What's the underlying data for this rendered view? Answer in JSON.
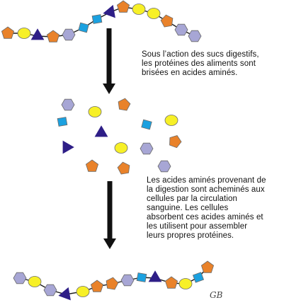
{
  "captions": {
    "digestion": [
      "Sous l’action des sucs digestifs,",
      "les protéines des aliments sont",
      "brisées en acides aminés."
    ],
    "absorption": [
      "Les acides aminés provenant de",
      "la digestion sont acheminés aux",
      "cellules par la circulation",
      "sanguine. Les cellules",
      "absorbent ces acides aminés et",
      "les utilisent pour assembler",
      "leurs propres protéines."
    ]
  },
  "signature": "GB",
  "colors": {
    "orange_pentagon": "#e9822a",
    "yellow_circle": "#f7f027",
    "navy_triangle": "#2e1e87",
    "lilac_hexagon": "#a7a6d5",
    "blue_square": "#1ba1e0",
    "chain_line": "#1a1a1a",
    "arrow": "#111111"
  },
  "protein_top": [
    "pentagon",
    "circle",
    "triangle",
    "pentagon",
    "hexagon",
    "square",
    "square",
    "triangle",
    "pentagon",
    "circle",
    "circle",
    "pentagon",
    "hexagon",
    "hexagon"
  ],
  "free_amino_acids": [
    "hexagon",
    "circle",
    "pentagon",
    "square",
    "triangle",
    "square",
    "circle",
    "triangle",
    "circle",
    "hexagon",
    "pentagon",
    "pentagon",
    "pentagon",
    "hexagon"
  ],
  "protein_bottom": [
    "hexagon",
    "circle",
    "hexagon",
    "triangle",
    "circle",
    "pentagon",
    "pentagon",
    "hexagon",
    "square",
    "triangle",
    "pentagon",
    "circle",
    "square",
    "pentagon"
  ]
}
